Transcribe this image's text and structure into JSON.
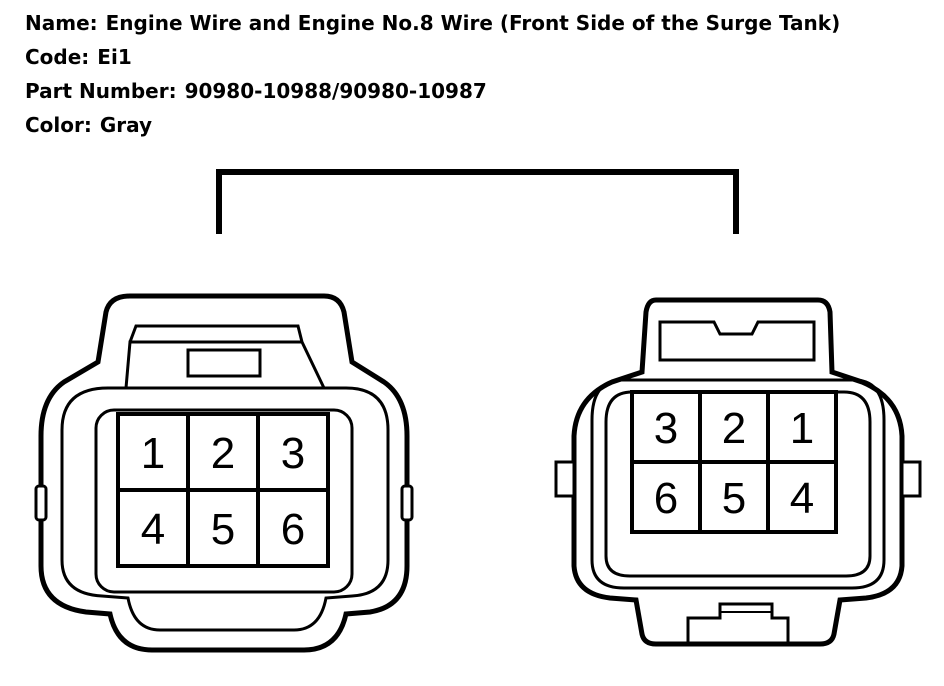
{
  "info": {
    "name_label": "Name:",
    "name_value": "Engine Wire and Engine No.8 Wire (Front Side of the Surge Tank)",
    "code_label": "Code:",
    "code_value": "Ei1",
    "part_label": "Part Number:",
    "part_value": "90980-10988/90980-10987",
    "color_label": "Color:",
    "color_value": "Gray"
  },
  "left_connector": {
    "pins": [
      "1",
      "2",
      "3",
      "4",
      "5",
      "6"
    ]
  },
  "right_connector": {
    "pins": [
      "3",
      "2",
      "1",
      "6",
      "5",
      "4"
    ]
  },
  "colors": {
    "line": "#000000",
    "background": "#ffffff"
  }
}
